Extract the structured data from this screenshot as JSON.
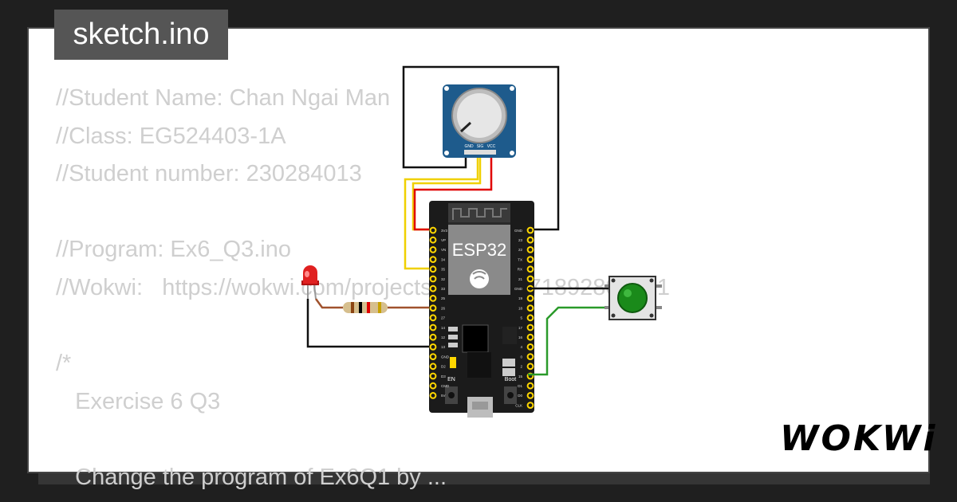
{
  "title": "sketch.ino",
  "code_lines": [
    "//Student Name: Chan Ngai Man",
    "//Class: EG524403-1A",
    "//Student number: 230284013",
    "",
    "//Program: Ex6_Q3.ino",
    "//Wokwi:   https://wokwi.com/projects/383063171892801281",
    "",
    "/*",
    "   Exercise 6 Q3",
    "",
    "   Change the program of Ex6Q1 by ..."
  ],
  "board": {
    "label": "ESP32",
    "boot_label": "Boot",
    "en_label": "EN",
    "left_pins": [
      "3V3",
      "VP",
      "VN",
      "34",
      "35",
      "32",
      "33",
      "25",
      "26",
      "27",
      "14",
      "12",
      "13",
      "GND",
      "D2",
      "D3",
      "CMD",
      "5V"
    ],
    "right_pins": [
      "GND",
      "23",
      "22",
      "TX",
      "RX",
      "21",
      "GND",
      "19",
      "18",
      "5",
      "17",
      "16",
      "4",
      "0",
      "2",
      "15",
      "D1",
      "D0",
      "CLK"
    ]
  },
  "potentiometer": {
    "pin_labels": [
      "GND",
      "SIG",
      "VCC"
    ]
  },
  "brand": "WOKWi",
  "colors": {
    "wire_black": "#111111",
    "wire_red": "#e00000",
    "wire_yellow": "#f0d000",
    "wire_green": "#2a9a2a",
    "wire_brown": "#a0522d",
    "board": "#1b1b1b",
    "pot_board": "#1e5b8c",
    "button_cap": "#1a8a1a",
    "led": "#e02020"
  }
}
